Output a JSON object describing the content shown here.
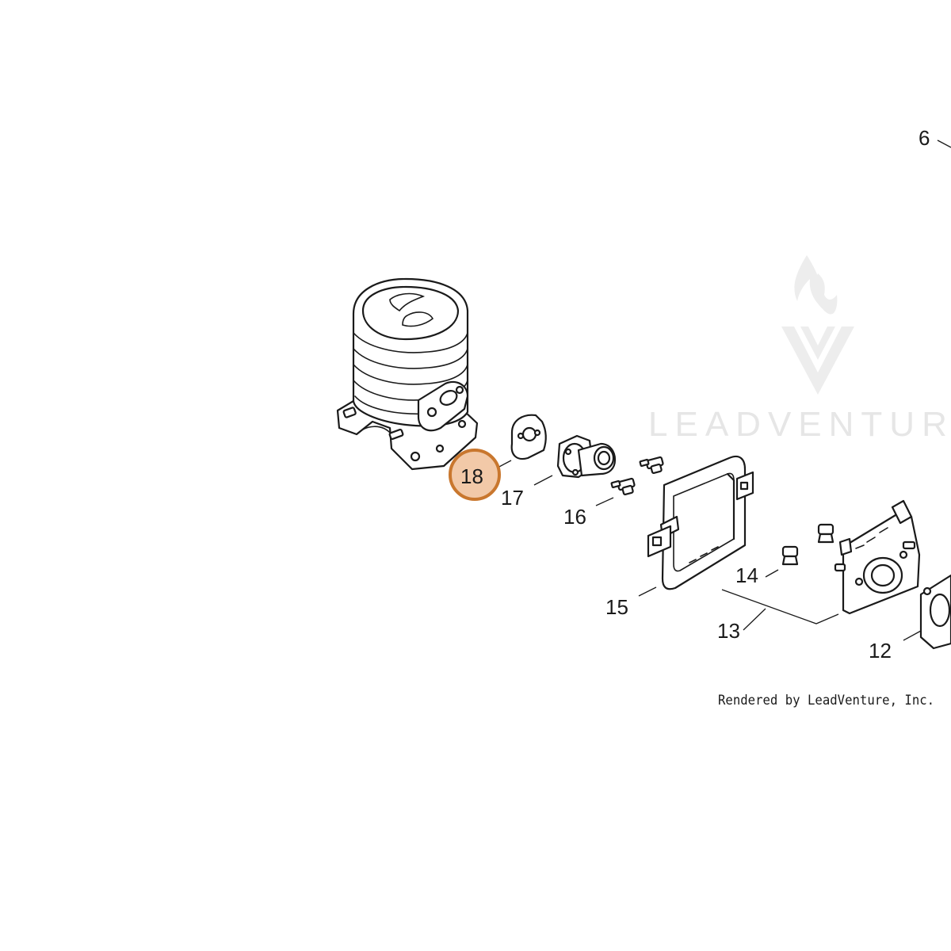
{
  "watermark": {
    "text": "LEADVENTURE"
  },
  "credit": "Rendered by LeadVenture, Inc.",
  "callouts": [
    {
      "id": "6",
      "label": "6"
    },
    {
      "id": "12",
      "label": "12"
    },
    {
      "id": "13",
      "label": "13"
    },
    {
      "id": "14",
      "label": "14"
    },
    {
      "id": "15",
      "label": "15"
    },
    {
      "id": "16",
      "label": "16"
    },
    {
      "id": "17",
      "label": "17"
    },
    {
      "id": "18",
      "label": "18",
      "highlighted": true
    }
  ],
  "colors": {
    "highlight_fill": "#f2c9a8",
    "highlight_stroke": "#c9772e",
    "line": "#1a1a1a",
    "watermark": "#e6e6e6"
  }
}
